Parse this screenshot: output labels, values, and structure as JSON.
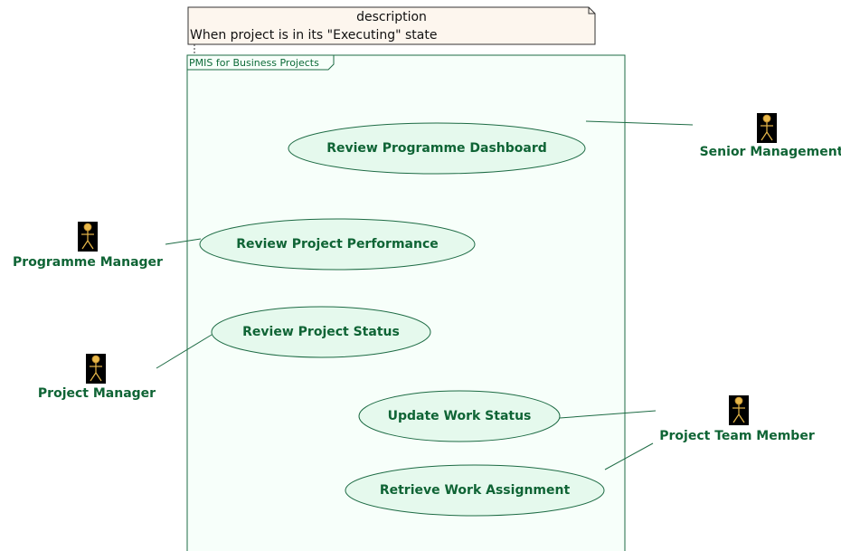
{
  "note": {
    "title": "description",
    "body": "When project is in its \"Executing\" state"
  },
  "system": {
    "name": "PMIS for Business Projects"
  },
  "use_cases": [
    {
      "label": "Review Programme Dashboard"
    },
    {
      "label": "Review Project Performance"
    },
    {
      "label": "Review Project Status"
    },
    {
      "label": "Update Work Status"
    },
    {
      "label": "Retrieve Work Assignment"
    }
  ],
  "actors": [
    {
      "label": "Senior Management",
      "icon": "stick-figure-icon"
    },
    {
      "label": "Programme Manager",
      "icon": "stick-figure-icon"
    },
    {
      "label": "Project Manager",
      "icon": "stick-figure-icon"
    },
    {
      "label": "Project Team Member",
      "icon": "stick-figure-icon"
    }
  ],
  "colors": {
    "text_green": "#0f6435",
    "line_green": "#1d6b44",
    "usecase_fill": "#e5f9ed",
    "system_fill": "#f7fffa",
    "note_fill": "#fdf6ee",
    "actor_bg": "#000000",
    "actor_figure": "#e8b84a"
  }
}
